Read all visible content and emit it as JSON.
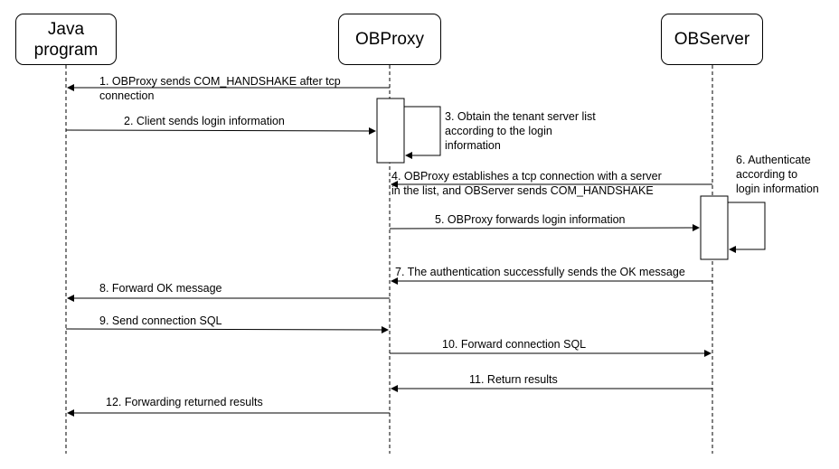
{
  "actors": [
    {
      "id": "java",
      "label": "Java\nprogram"
    },
    {
      "id": "obproxy",
      "label": "OBProxy"
    },
    {
      "id": "observer",
      "label": "OBServer"
    }
  ],
  "messages": [
    {
      "step": 1,
      "text": "1. OBProxy sends COM_HANDSHAKE after tcp\nconnection",
      "from": "obproxy",
      "to": "java"
    },
    {
      "step": 2,
      "text": "2. Client sends login information",
      "from": "java",
      "to": "obproxy"
    },
    {
      "step": 3,
      "text": "3. Obtain the tenant server list\naccording to the login\ninformation",
      "from": "obproxy",
      "to": "obproxy"
    },
    {
      "step": 4,
      "text": "4. OBProxy establishes a tcp connection with a server\nin the list, and OBServer sends COM_HANDSHAKE",
      "from": "observer",
      "to": "obproxy"
    },
    {
      "step": 5,
      "text": "5. OBProxy forwards login information",
      "from": "obproxy",
      "to": "observer"
    },
    {
      "step": 6,
      "text": "6. Authenticate\naccording to\nlogin information",
      "from": "observer",
      "to": "observer"
    },
    {
      "step": 7,
      "text": "7. The authentication successfully sends the OK message",
      "from": "observer",
      "to": "obproxy"
    },
    {
      "step": 8,
      "text": "8. Forward OK message",
      "from": "obproxy",
      "to": "java"
    },
    {
      "step": 9,
      "text": "9. Send connection SQL",
      "from": "java",
      "to": "obproxy"
    },
    {
      "step": 10,
      "text": "10. Forward connection SQL",
      "from": "obproxy",
      "to": "observer"
    },
    {
      "step": 11,
      "text": "11. Return results",
      "from": "observer",
      "to": "obproxy"
    },
    {
      "step": 12,
      "text": "12. Forwarding returned results",
      "from": "obproxy",
      "to": "java"
    }
  ]
}
